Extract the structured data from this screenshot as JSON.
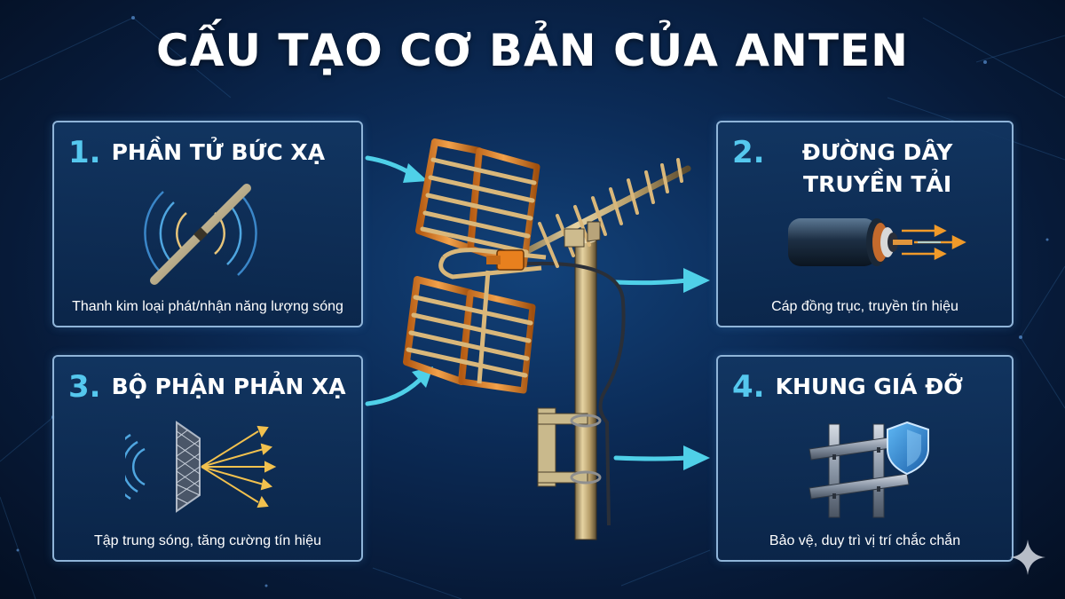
{
  "title": "CẤU TẠO CƠ BẢN CỦA ANTEN",
  "cards": [
    {
      "num": "1.",
      "title_lines": [
        "PHẦN TỬ BỨC XẠ"
      ],
      "desc": "Thanh kim loại phát/nhận năng lượng sóng",
      "icon": "radiating-rod-icon"
    },
    {
      "num": "2.",
      "title_lines": [
        "ĐƯỜNG DÂY",
        "TRUYỀN TẢI"
      ],
      "desc": "Cáp đồng trục, truyền tín hiệu",
      "icon": "coaxial-cable-icon"
    },
    {
      "num": "3.",
      "title_lines": [
        "BỘ PHẬN PHẢN XẠ"
      ],
      "desc": "Tập trung sóng, tăng cường tín hiệu",
      "icon": "reflector-mesh-icon"
    },
    {
      "num": "4.",
      "title_lines": [
        "KHUNG GIÁ ĐỠ"
      ],
      "desc": "Bảo vệ, duy trì vị trí chắc chắn",
      "icon": "frame-shield-icon"
    }
  ],
  "colors": {
    "accent_number": "#55c8ee",
    "arrow": "#4fd0e8",
    "antenna_metal": "#d9b77a",
    "antenna_orange": "#e8801e",
    "card_border": "#8fb4d8"
  }
}
